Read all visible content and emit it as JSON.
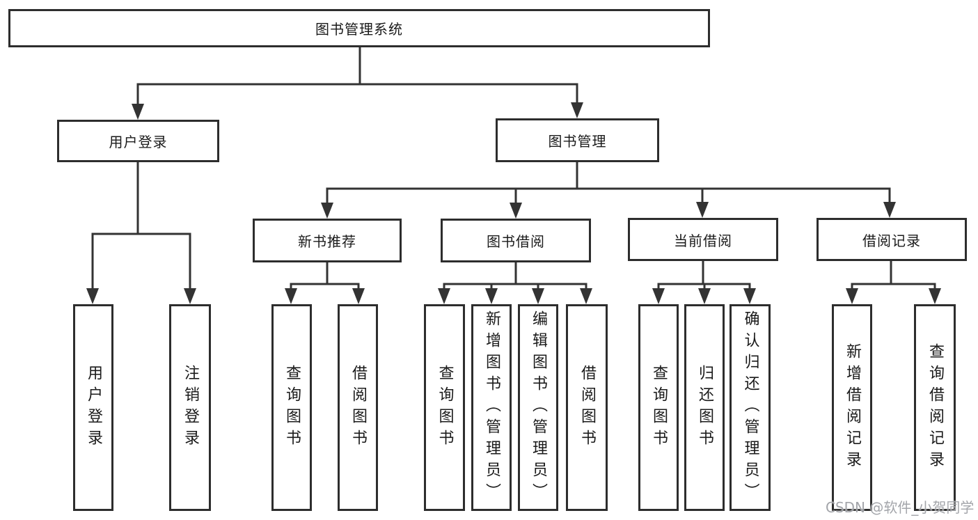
{
  "diagram": {
    "title": "图书管理系统",
    "branches": [
      {
        "label": "用户登录",
        "children": [
          "用户登录",
          "注销登录"
        ]
      },
      {
        "label": "图书管理",
        "groups": [
          {
            "label": "新书推荐",
            "children": [
              "查询图书",
              "借阅图书"
            ]
          },
          {
            "label": "图书借阅",
            "children": [
              "查询图书",
              "新增图书（管理员）",
              "编辑图书（管理员）",
              "借阅图书"
            ]
          },
          {
            "label": "当前借阅",
            "children": [
              "查询图书",
              "归还图书",
              "确认归还（管理员）"
            ]
          },
          {
            "label": "借阅记录",
            "children": [
              "新增借阅记录",
              "查询借阅记录"
            ]
          }
        ]
      }
    ]
  },
  "watermark": {
    "text": "CSDN @软件_小贺同学"
  },
  "colors": {
    "line": "#333333",
    "box_border": "#2d2d2d",
    "text": "#1a1a1a",
    "watermark": "#9ea0a5",
    "background": "#ffffff"
  }
}
